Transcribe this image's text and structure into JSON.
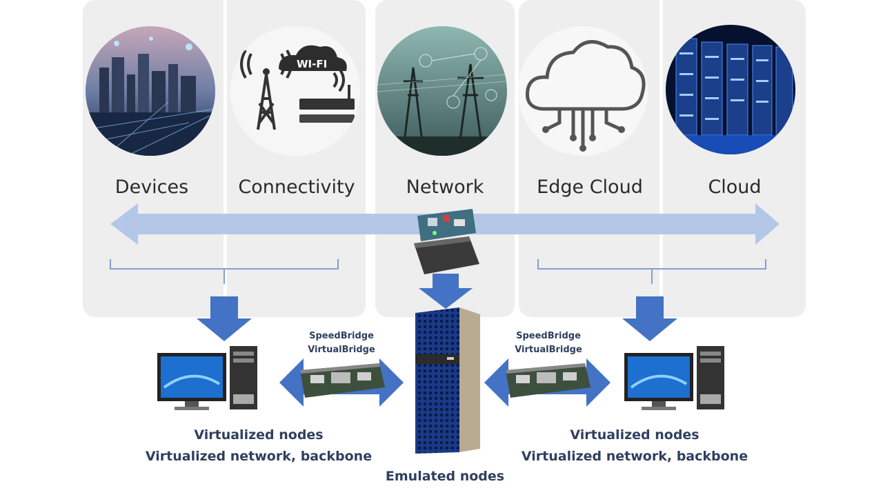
{
  "categories": [
    {
      "label": "Devices",
      "icon": "smart-city-icon"
    },
    {
      "label": "Connectivity",
      "icon": "wifi-tower-icon"
    },
    {
      "label": "Network",
      "icon": "power-grid-icon"
    },
    {
      "label": "Edge Cloud",
      "icon": "cloud-circuit-icon"
    },
    {
      "label": "Cloud",
      "icon": "server-rack-icon"
    }
  ],
  "bridges": {
    "left": {
      "line1": "SpeedBridge",
      "line2": "VirtualBridge"
    },
    "right": {
      "line1": "SpeedBridge",
      "line2": "VirtualBridge"
    }
  },
  "nodes": {
    "left": {
      "line1": "Virtualized nodes",
      "line2": "Virtualized network, backbone"
    },
    "right": {
      "line1": "Virtualized nodes",
      "line2": "Virtualized network, backbone"
    },
    "center": {
      "label": "Emulated nodes"
    }
  },
  "colors": {
    "panel": "#eeeeee",
    "arrow_light": "#b4c7e7",
    "arrow_dark": "#4472c4",
    "bracket": "#7f9fd4",
    "caption_text": "#2f3f5f"
  }
}
